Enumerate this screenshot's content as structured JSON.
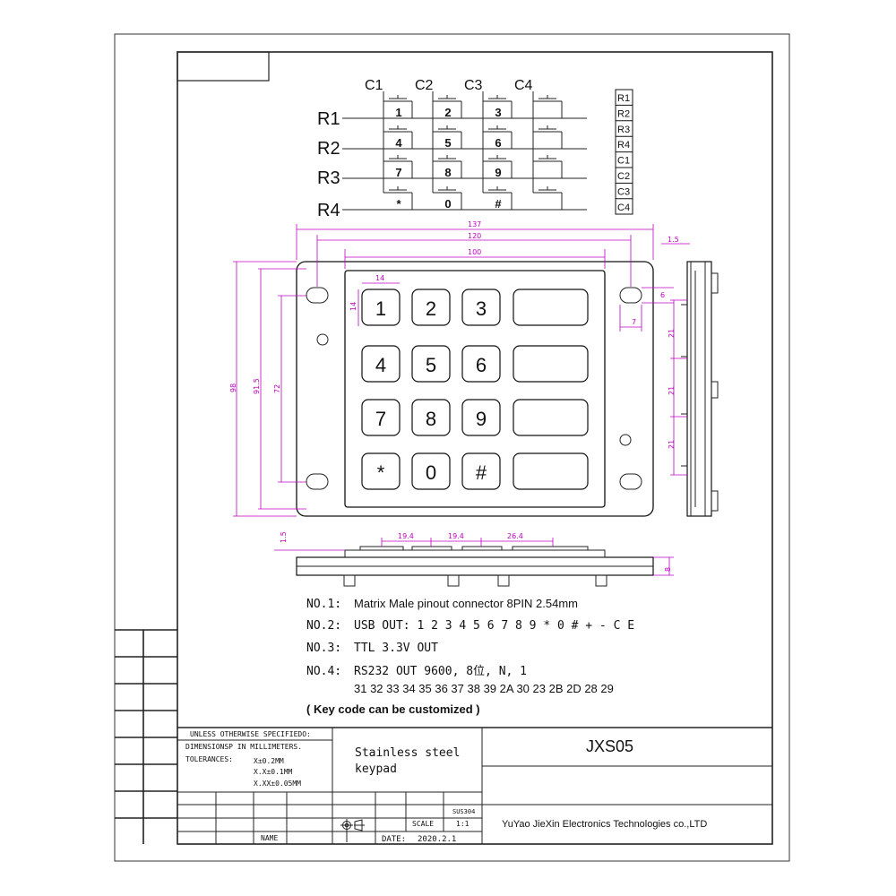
{
  "schematic": {
    "columns": [
      "C1",
      "C2",
      "C3",
      "C4"
    ],
    "rows": [
      "R1",
      "R2",
      "R3",
      "R4"
    ],
    "switch_labels": [
      [
        "1",
        "2",
        "3",
        ""
      ],
      [
        "4",
        "5",
        "6",
        ""
      ],
      [
        "7",
        "8",
        "9",
        ""
      ],
      [
        "*",
        "0",
        "#",
        ""
      ]
    ],
    "pinout": [
      "R1",
      "R2",
      "R3",
      "R4",
      "C1",
      "C2",
      "C3",
      "C4"
    ]
  },
  "front_view": {
    "keys": [
      [
        "1",
        "2",
        "3",
        ""
      ],
      [
        "4",
        "5",
        "6",
        ""
      ],
      [
        "7",
        "8",
        "9",
        ""
      ],
      [
        "*",
        "0",
        "#",
        ""
      ]
    ],
    "dimensions": {
      "overall_width": "137",
      "hole_spacing": "120",
      "panel_width": "100",
      "key_width": "14",
      "key_height": "14",
      "overall_height": "98",
      "hole_vertical": "91.5",
      "panel_height": "72",
      "hole_dia": "6",
      "hole_offset": "7",
      "thickness": "1.5"
    }
  },
  "side_view": {
    "dims": [
      "1.5",
      "21",
      "21",
      "21"
    ]
  },
  "bottom_view": {
    "dims": [
      "1.5",
      "19.4",
      "19.4",
      "26.4",
      "8"
    ]
  },
  "notes": [
    {
      "label": "NO.1:",
      "text": "Matrix Male pinout connector  8PIN 2.54mm"
    },
    {
      "label": "NO.2:",
      "text": "USB OUT: 1 2 3 4 5 6 7 8 9 * 0 # + - C E"
    },
    {
      "label": "NO.3:",
      "text": "TTL 3.3V OUT"
    },
    {
      "label": "NO.4:",
      "text": "RS232 OUT    9600, 8位, N, 1"
    }
  ],
  "key_codes": "31 32 33 34 35 36 37 38 39 2A 30 23 2B 2D 28 29",
  "custom_note": "( Key code can be customized )",
  "title_block": {
    "spec_heading": "UNLESS OTHERWISE SPECIFIEDO:",
    "units": "DIMENSIONSP IN MILLIMETERS.",
    "tolerances_label": "TOLERANCES:",
    "tolerances": [
      "X±0.2MM",
      "X.X±0.1MM",
      "X.XX±0.05MM"
    ],
    "part_name_line1": "Stainless steel",
    "part_name_line2": "keypad",
    "model": "JXS05",
    "material": "SUS304",
    "scale_label": "SCALE",
    "scale_value": "1:1",
    "name_label": "NAME",
    "date_label": "DATE:",
    "date_value": "2020.2.1",
    "company": "YuYao JieXin Electronics Technologies co.,LTD"
  }
}
